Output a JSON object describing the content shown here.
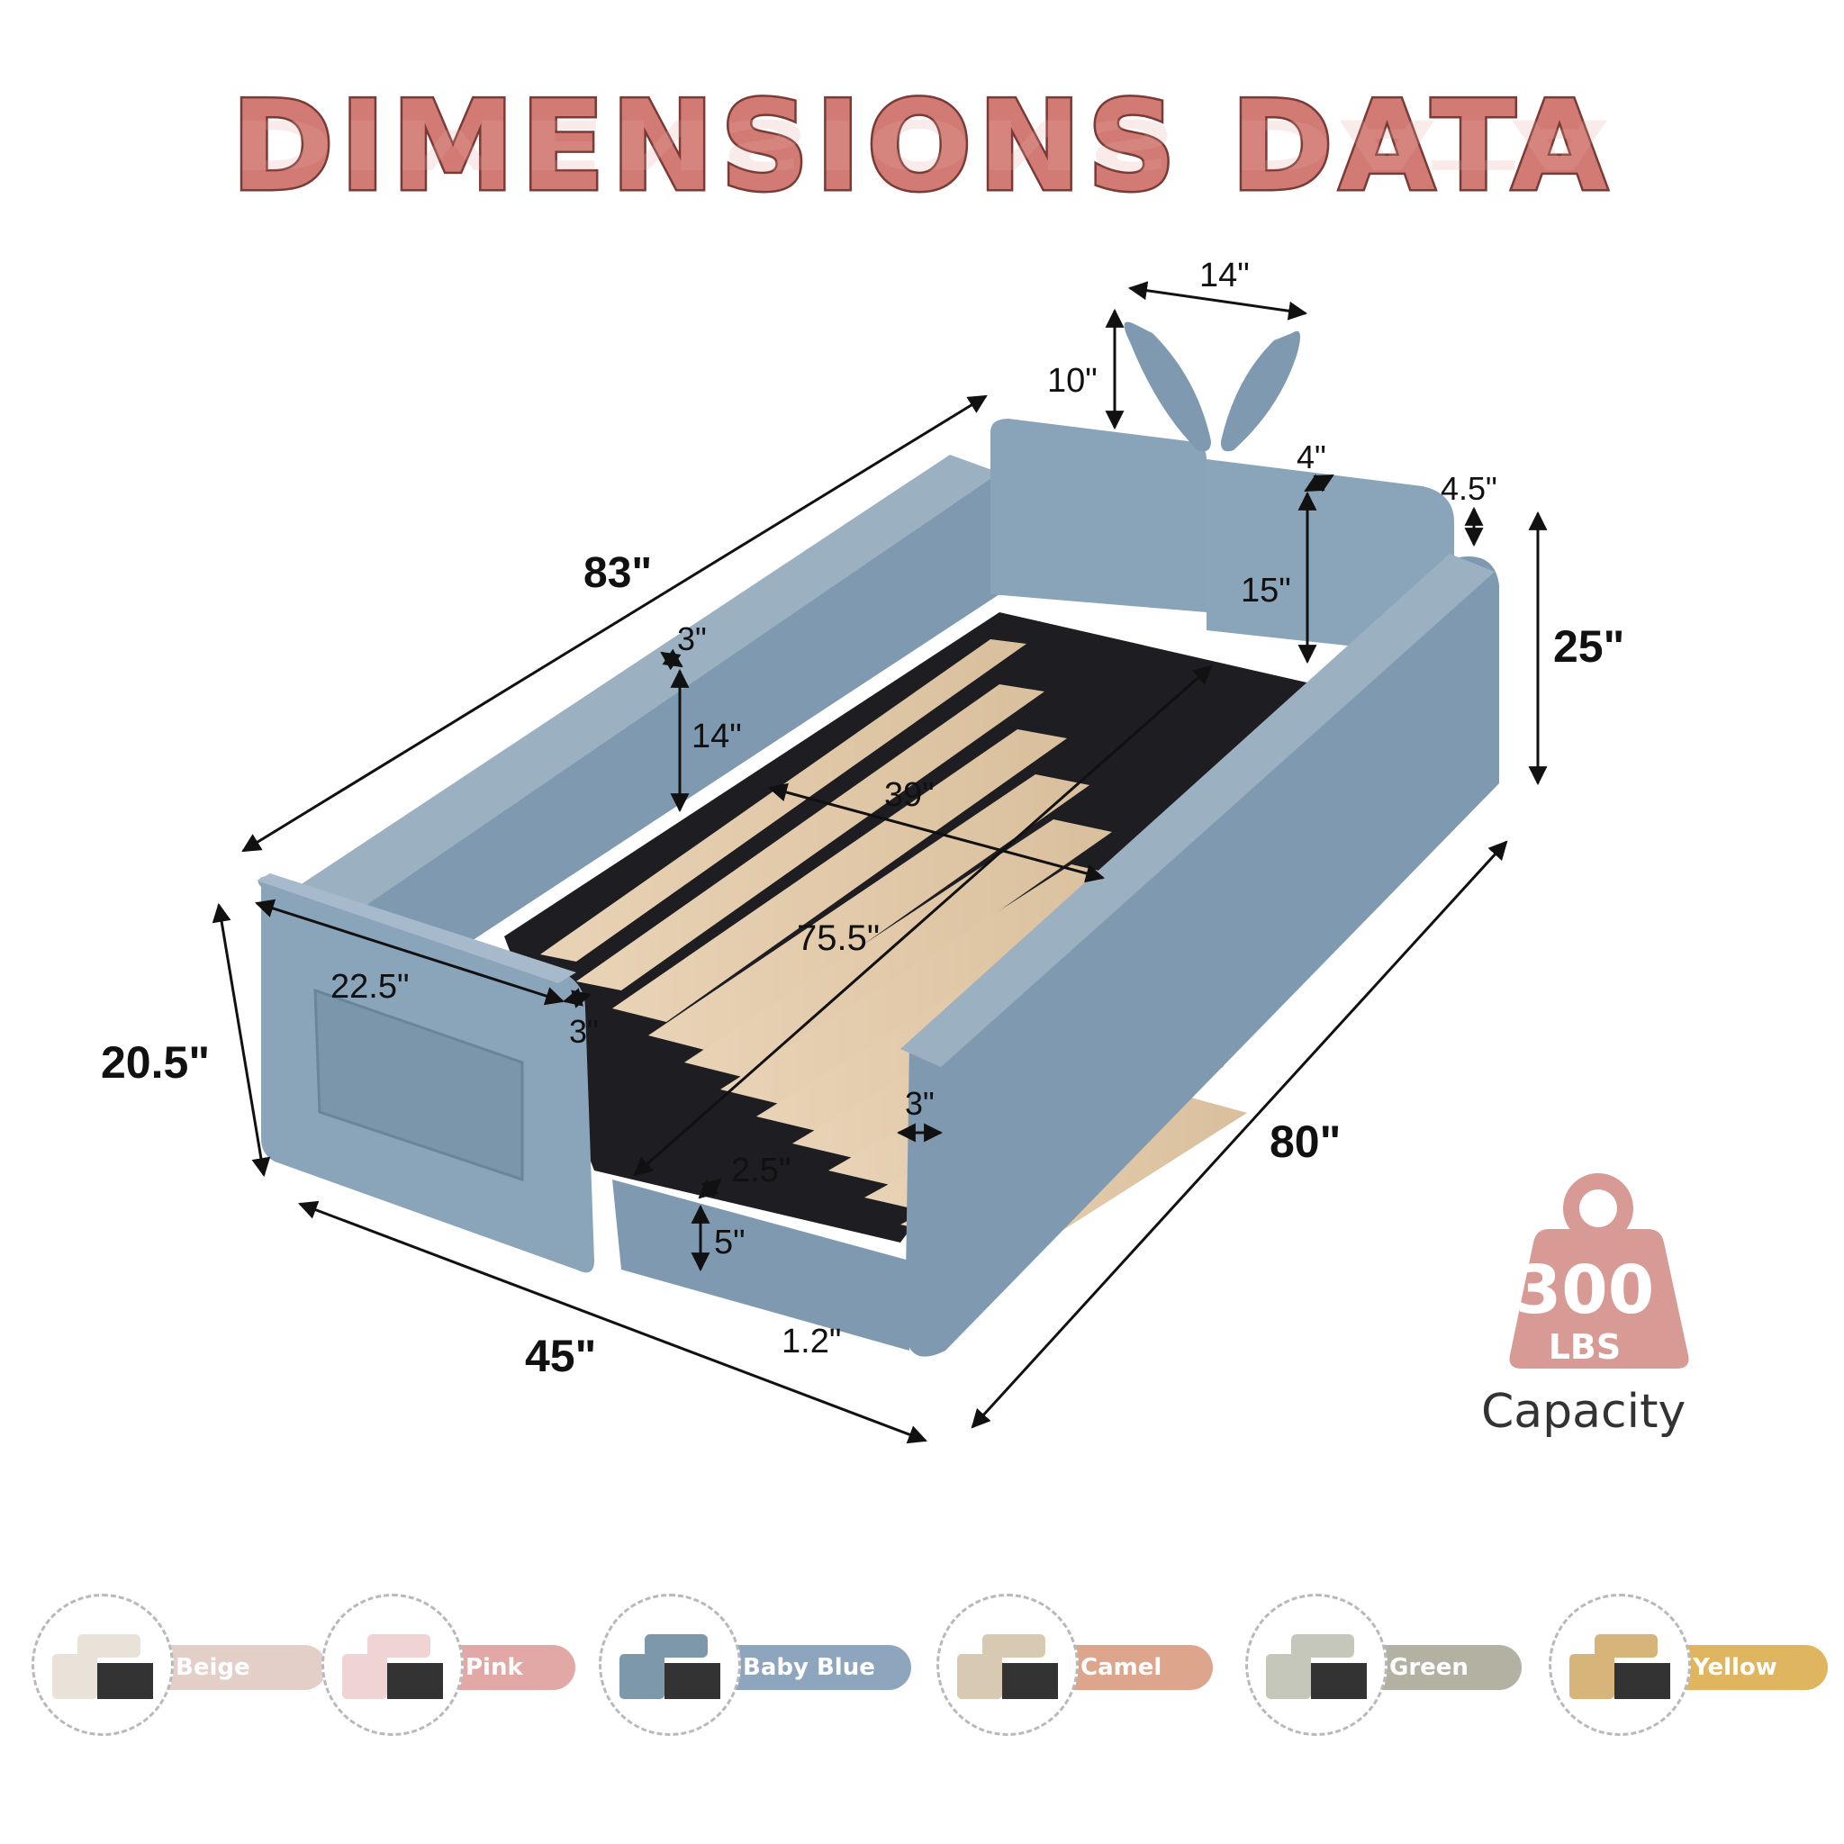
{
  "title": "DIMENSIONS DATA",
  "dimensions": {
    "ear_width": "14\"",
    "ear_height": "10\"",
    "overall_length": "83\"",
    "headboard_panel_thickness": "4\"",
    "headboard_top_gap": "4.5\"",
    "headboard_height": "15\"",
    "total_height": "25\"",
    "rail_thickness_back": "3\"",
    "rail_height_back": "14\"",
    "inner_width": "39\"",
    "inner_length": "75.5\"",
    "side_panel_depth": "22.5\"",
    "side_panel_thickness": "3\"",
    "front_height": "20.5\"",
    "front_rail_thickness": "3\"",
    "front_rail_gap": "2.5\"",
    "front_rail_height": "5\"",
    "overall_width": "45\"",
    "leg_height": "1.2\"",
    "side_length": "80\""
  },
  "capacity": {
    "value": "300",
    "unit": "LBS",
    "label": "Capacity"
  },
  "colors": [
    {
      "name": "Beige",
      "pill": "#e3cfc7",
      "bed": "#e8e2d8"
    },
    {
      "name": "Pink",
      "pill": "#e1a8a5",
      "bed": "#f0d4d4"
    },
    {
      "name": "Baby Blue",
      "pill": "#8ea6bd",
      "bed": "#7d97ab"
    },
    {
      "name": "Camel",
      "pill": "#dca58c",
      "bed": "#d8c9b2"
    },
    {
      "name": "Green",
      "pill": "#b3b2a2",
      "bed": "#c6c7bb"
    },
    {
      "name": "Yellow",
      "pill": "#dfb55f",
      "bed": "#d7b47a"
    }
  ],
  "accent_color": "#d27a74",
  "bed_color": "#7f9ab0"
}
